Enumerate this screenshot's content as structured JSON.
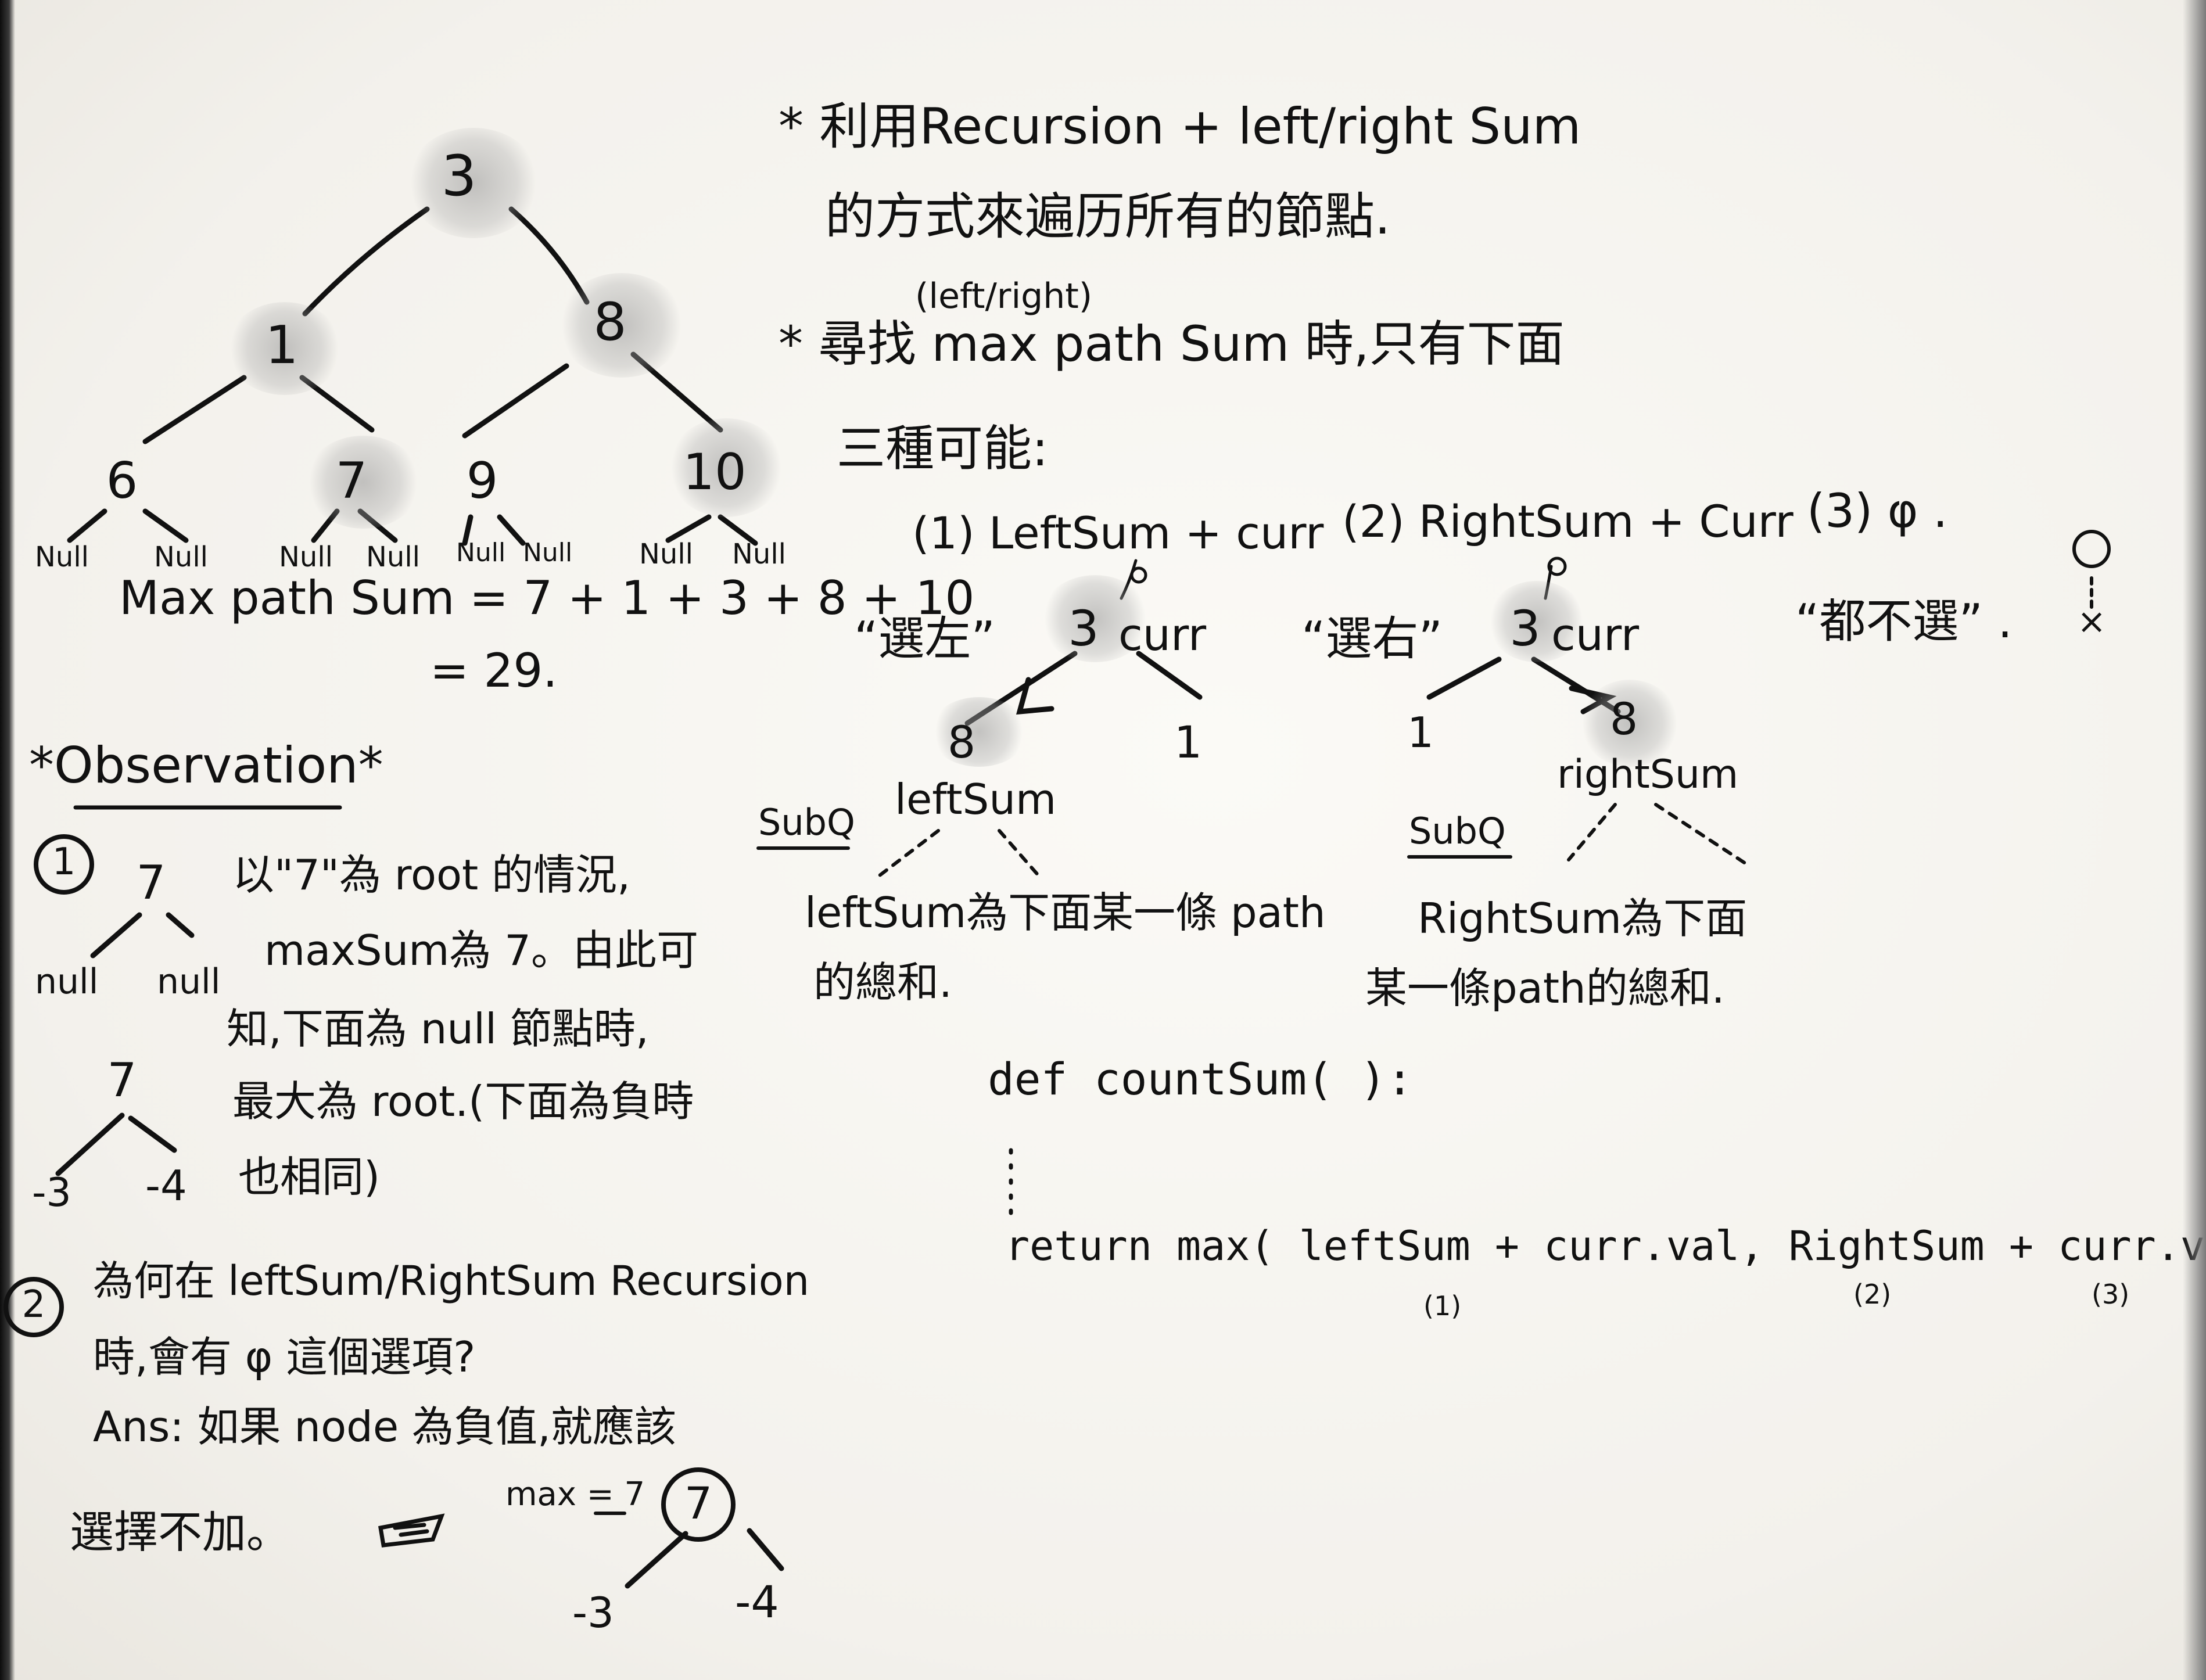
{
  "headline": {
    "line1": "* 利用Recursion + left/right Sum",
    "line2": "的方式來遍历所有的節點.",
    "line3_above": "(left/right)",
    "line3": "* 尋找 max path Sum 時,只有下面",
    "line4": "三種可能:"
  },
  "tree": {
    "root": "3",
    "level1": [
      "1",
      "8"
    ],
    "level2": [
      "6",
      "7",
      "9",
      "10"
    ],
    "nulls": [
      "Null",
      "Null",
      "Null",
      "Null",
      "Null",
      "Null",
      "Null",
      "Null"
    ]
  },
  "max_path": {
    "line1": "Max path Sum = 7 + 1 + 3 + 8 + 10",
    "line2": "= 29."
  },
  "cases": {
    "case1": {
      "heading": "(1) LeftSum + curr",
      "pick_label": "“選左”",
      "root": "3",
      "curr": "curr",
      "left_child": "8",
      "right_child": "1",
      "sum_label": "leftSum",
      "subq": "SubQ",
      "desc1": "leftSum為下面某一條 path",
      "desc2": "的總和."
    },
    "case2": {
      "heading": "(2) RightSum + Curr",
      "pick_label": "“選右”",
      "root": "3",
      "curr": "curr",
      "left_child": "1",
      "right_child": "8",
      "sum_label": "rightSum",
      "subq": "SubQ",
      "desc1": "RightSum為下面",
      "desc2": "某一條path的總和."
    },
    "case3": {
      "heading": "(3) φ .",
      "label": "“都不選” .",
      "mark": "×"
    }
  },
  "code": {
    "def": "def countSum(    ):",
    "dots": "⋮",
    "return": "return max( leftSum + curr.val, RightSum + curr.val, φ )",
    "markers": [
      "(1)",
      "(2)",
      "(3)"
    ]
  },
  "observation": {
    "title": "*Observation*",
    "item1": {
      "num": "①",
      "node": "7",
      "null_left": "null",
      "null_right": "null",
      "text1": "以\"7\"為 root 的情況,",
      "text2": "maxSum為 7。由此可",
      "text3": "知,下面為 null 節點時,",
      "text4": "最大為 root.(下面為負時",
      "text5": "也相同)",
      "node2": "7",
      "neg_left": "-3",
      "neg_right": "-4"
    },
    "item2": {
      "num": "②",
      "text1": "為何在 leftSum/RightSum Recursion",
      "text2": "時,會有 φ 這個選項?",
      "text3": "Ans: 如果 node 為負值,就應該",
      "text4": "選擇不加。",
      "max_label": "max = 7",
      "node": "7",
      "neg_left": "-3",
      "neg_right": "-4"
    }
  },
  "colors": {
    "ink": "#111111",
    "paper": "#f6f5f1",
    "shading": "#9a9a9a"
  }
}
